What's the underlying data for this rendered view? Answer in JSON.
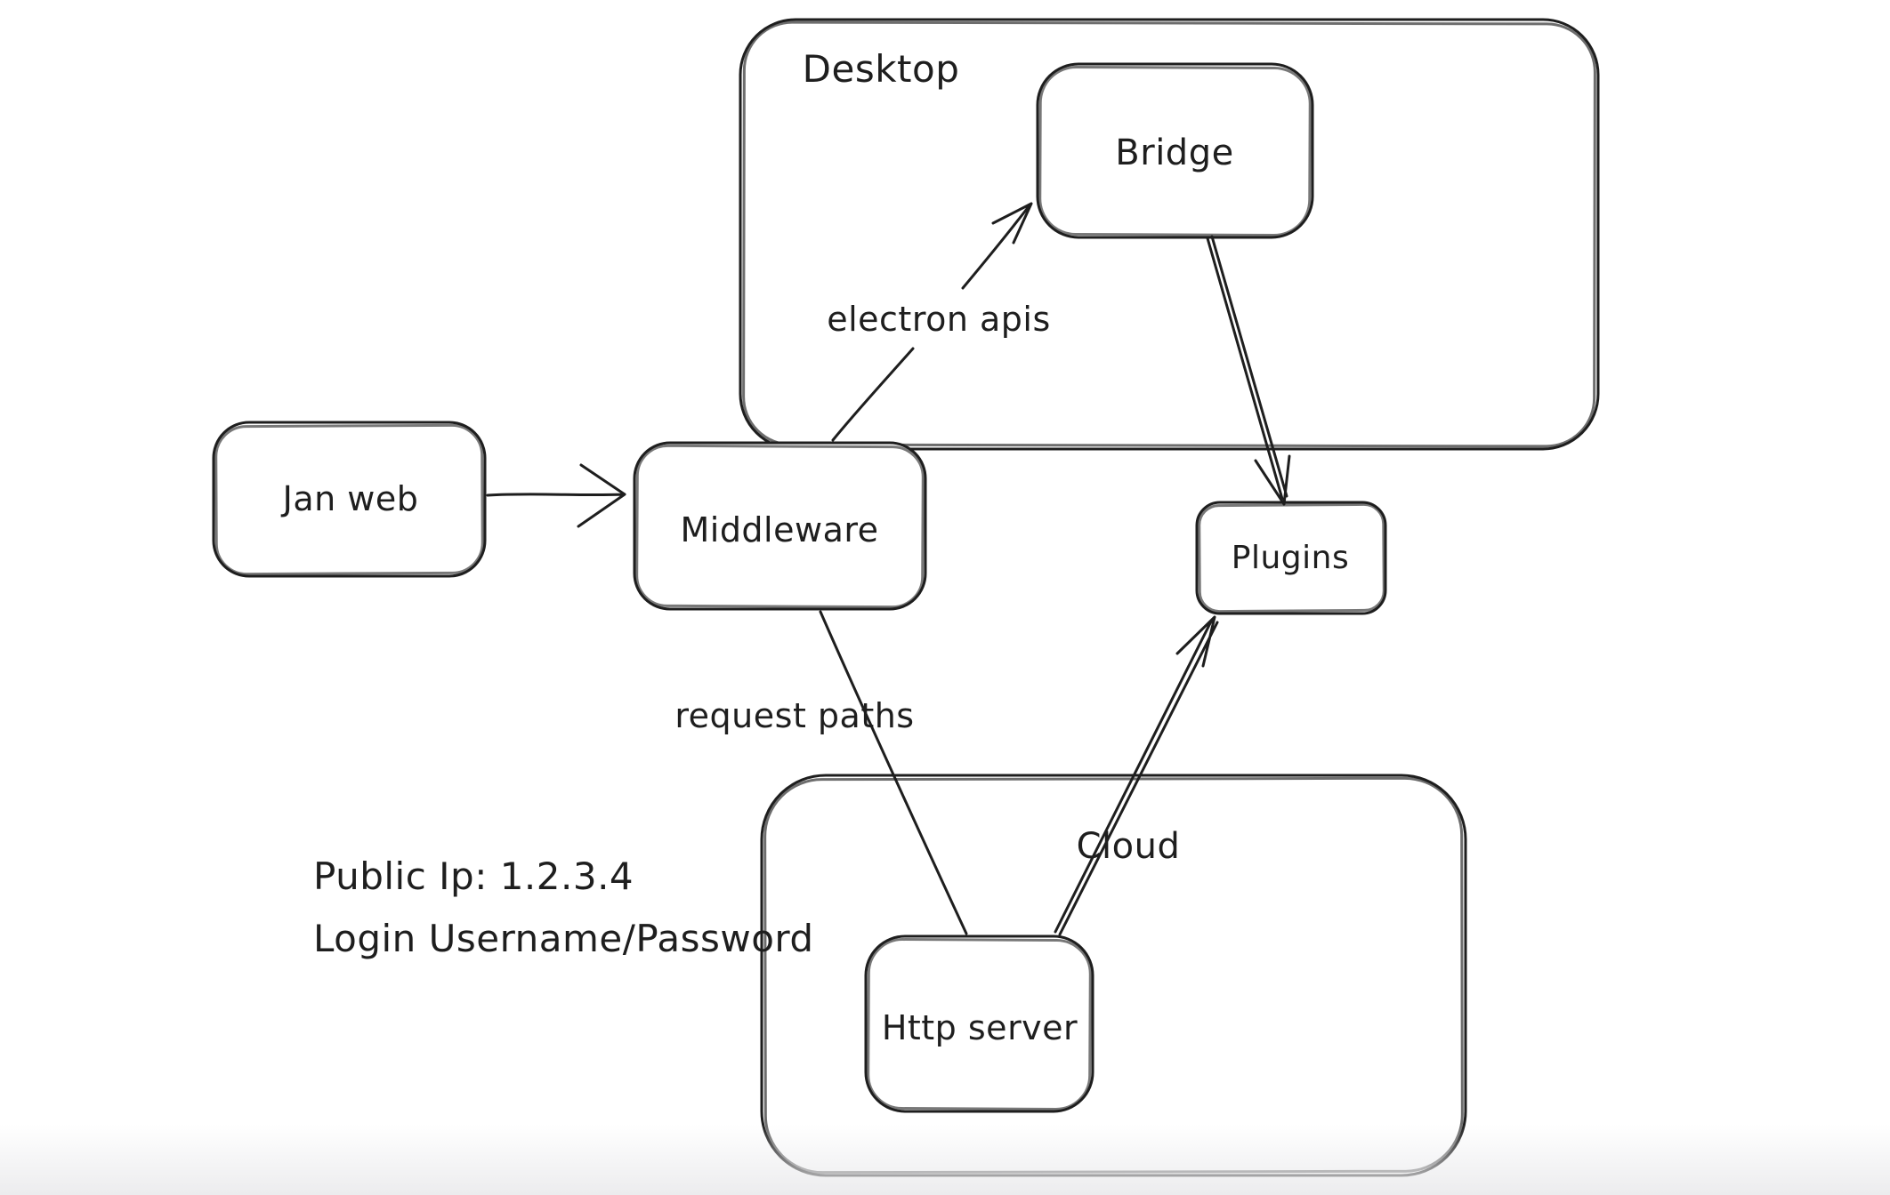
{
  "canvas": {
    "background": "#ffffff",
    "stroke_color": "#1e1e1e"
  },
  "containers": {
    "desktop": {
      "label": "Desktop"
    },
    "cloud": {
      "label": "Cloud"
    }
  },
  "nodes": {
    "jan_web": {
      "label": "Jan web"
    },
    "middleware": {
      "label": "Middleware"
    },
    "bridge": {
      "label": "Bridge"
    },
    "plugins": {
      "label": "Plugins"
    },
    "http_server": {
      "label": "Http server"
    }
  },
  "edges": [
    {
      "from": "Jan web",
      "to": "Middleware",
      "label": "",
      "arrowhead": true
    },
    {
      "from": "Middleware",
      "to": "Bridge",
      "label": "electron apis",
      "arrowhead": true
    },
    {
      "from": "Bridge",
      "to": "Plugins",
      "label": "",
      "arrowhead": true
    },
    {
      "from": "Middleware",
      "to": "Http server",
      "label": "request paths",
      "arrowhead": false
    },
    {
      "from": "Http server",
      "to": "Plugins",
      "label": "",
      "arrowhead": true
    }
  ],
  "annotations": [
    {
      "text": "Public Ip: 1.2.3.4"
    },
    {
      "text": "Login Username/Password"
    }
  ]
}
